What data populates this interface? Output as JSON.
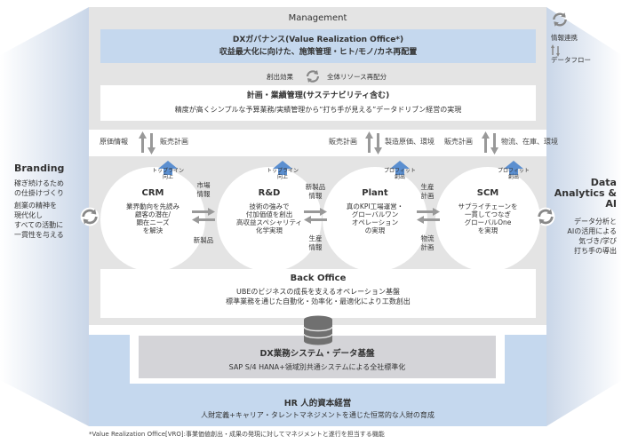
{
  "management": {
    "title": "Management"
  },
  "dx_governance": {
    "title": "DXガバナンス(Value Realization Office*)",
    "subtitle": "収益最大化に向けた、施策管理・ヒト/モノ/カネ再配置"
  },
  "creation": {
    "left": "創出効果",
    "right": "全体リソース再配分"
  },
  "plan": {
    "title": "計画・業績管理(サステナビリティ含む)",
    "subtitle": "精度が高くシンプルな予算業務/実績管理から“打ち手が見える”データドリブン経営の実現"
  },
  "legend": {
    "sync": "情報連携",
    "flow": "データフロー"
  },
  "flows": {
    "f1_up": "原価情報",
    "f1_down": "販売計画",
    "f2_up": "販売計画",
    "f2_down": "製造原価、環境",
    "f3_up": "販売計画",
    "f3_down": "物流、在庫、環境"
  },
  "branding": {
    "title": "Branding",
    "lines": [
      "稼ぎ続けるため",
      "の仕掛けづくり",
      "創業の精神を",
      "現代化し",
      "すべての活動に",
      "一貫性を与える"
    ]
  },
  "data_ai": {
    "title_lines": [
      "Data",
      "Analytics &",
      "AI"
    ],
    "lines": [
      "データ分析と",
      "AIの活用による",
      "気づき/学び",
      "打ち手の導出"
    ]
  },
  "crm": {
    "title": "CRM",
    "lines": [
      "業界動向を先読み",
      "顧客の潜在/",
      "顕在ニーズ",
      "を解決"
    ],
    "badge": [
      "トップライン",
      "向上"
    ]
  },
  "rnd": {
    "title": "R&D",
    "lines": [
      "技術の強みで",
      "付加価値を創出",
      "高収益スペシャリティ",
      "化学実現"
    ],
    "badge": [
      "トップライン",
      "向上"
    ]
  },
  "plant": {
    "title": "Plant",
    "lines": [
      "真のKPI工場運営・",
      "グローバルワン",
      "オペレーション",
      "の実現"
    ],
    "badge": [
      "プロフィット",
      "創出"
    ]
  },
  "scm": {
    "title": "SCM",
    "lines": [
      "サプライチェーンを",
      "一貫してつなぎ",
      "グローバルOne",
      "を実現"
    ],
    "badge": [
      "プロフィット",
      "創出"
    ]
  },
  "links": {
    "crm_rnd_top": [
      "市場",
      "情報"
    ],
    "crm_rnd_bottom": [
      "新製品"
    ],
    "rnd_plant_top": [
      "新製品",
      "情報"
    ],
    "rnd_plant_bottom": [
      "生産",
      "情報"
    ],
    "plant_scm_top": [
      "生産",
      "計画"
    ],
    "plant_scm_bottom": [
      "物流",
      "計画"
    ]
  },
  "back_office": {
    "title": "Back Office",
    "lines": [
      "UBEのビジネスの成長を支えるオペレーション基盤",
      "標準業務を通じた自動化・効率化・最適化により工数創出"
    ]
  },
  "dx_system": {
    "title": "DX業務システム・データ基盤",
    "subtitle": "SAP S/4 HANA+領域別共通システムによる全社標準化"
  },
  "hr": {
    "title": "HR 人的資本経営",
    "subtitle": "人財定義+キャリア・タレントマネジメントを通じた恒常的な人財の育成"
  },
  "footnote": "*Value Realization Office[VRO]:事業価値創出・成果の発現に対してマネジメントと遂行を担当する機能",
  "colors": {
    "accent_blue": "#c5d8ee",
    "frame_gray": "#e4e4e4",
    "badge_blue": "#5b8fd0",
    "icon_gray": "#888888"
  }
}
